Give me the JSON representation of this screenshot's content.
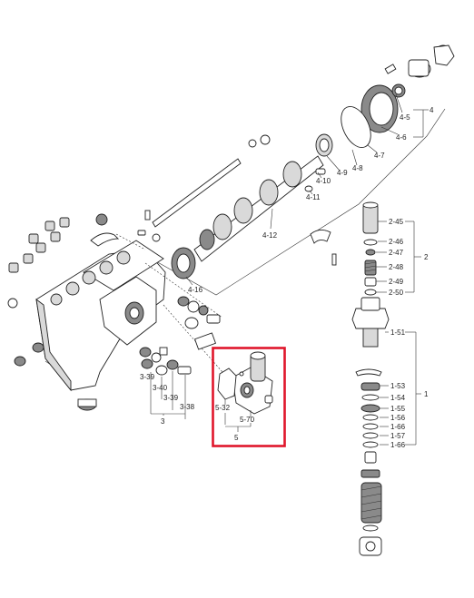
{
  "highlight_color": "#e0162b",
  "callouts": {
    "c4_5": "4-5",
    "c4_6": "4-6",
    "c4_7": "4-7",
    "c4_8": "4-8",
    "c4_9": "4-9",
    "c4_10": "4-10",
    "c4_11": "4-11",
    "c4_12": "4-12",
    "c4_16": "4-16",
    "c4": "4",
    "c2_45": "2-45",
    "c2_46": "2-46",
    "c2_47": "2-47",
    "c2_48": "2-48",
    "c2_49": "2-49",
    "c2_50": "2-50",
    "c2": "2",
    "c1_51": "1-51",
    "c1_53": "1-53",
    "c1_54": "1-54",
    "c1_55": "1-55",
    "c1_56": "1-56",
    "c1_66a": "1-66",
    "c1_57": "1-57",
    "c1_66b": "1-66",
    "c1": "1",
    "c3_39a": "3-39",
    "c3_40": "3-40",
    "c3_39b": "3-39",
    "c3_38": "3-38",
    "c3": "3",
    "c5_32": "5-32",
    "c5_70": "5-70",
    "c5": "5"
  }
}
